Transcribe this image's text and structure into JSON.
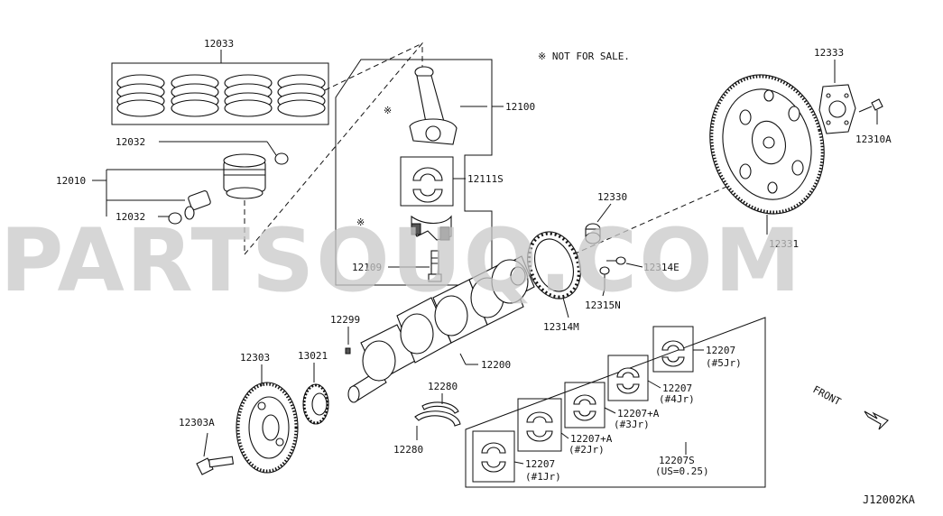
{
  "note": "※ NOT FOR SALE.",
  "watermark": "PARTSOUQ.COM",
  "diagram_code": "J12002KA",
  "front_label": "FRONT",
  "labels": {
    "p12033": "12033",
    "p12032a": "12032",
    "p12010": "12010",
    "p12032b": "12032",
    "p12100": "12100",
    "p12111s": "12111S",
    "p12109": "12109",
    "p12330": "12330",
    "p12314e": "12314E",
    "p12315n": "12315N",
    "p12314m": "12314M",
    "p12333": "12333",
    "p12310a": "12310A",
    "p12331": "12331",
    "p12299": "12299",
    "p12303": "12303",
    "p13021": "13021",
    "p12303a": "12303A",
    "p12200": "12200",
    "p12280a": "12280",
    "p12280b": "12280",
    "p12207_5": "12207",
    "p12207_5j": "(#5Jr)",
    "p12207_4": "12207",
    "p12207_4j": "(#4Jr)",
    "p12207a_3": "12207+A",
    "p12207a_3j": "(#3Jr)",
    "p12207a_2": "12207+A",
    "p12207a_2j": "(#2Jr)",
    "p12207_1": "12207",
    "p12207_1j": "(#1Jr)",
    "p12207s": "12207S",
    "p12207s_us": "(US=0.25)"
  },
  "markers": {
    "m1": "※",
    "m2": "※"
  }
}
